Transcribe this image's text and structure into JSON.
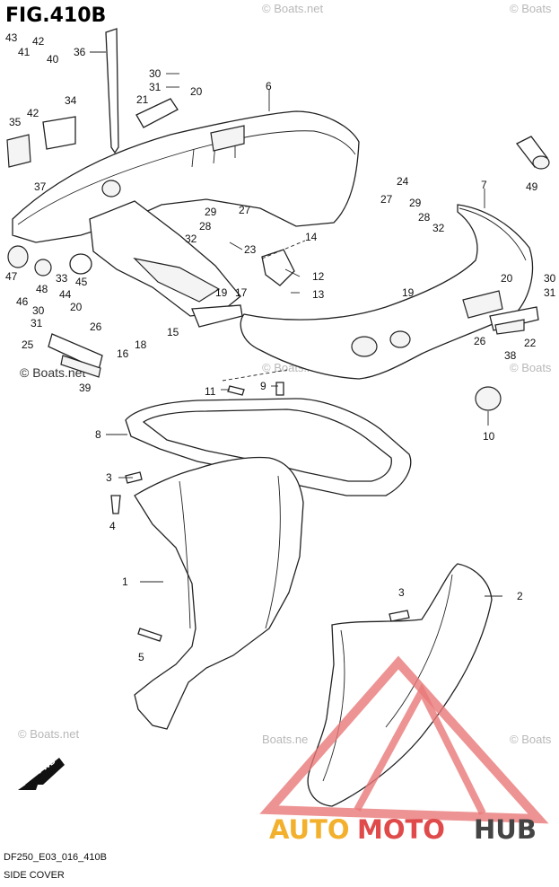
{
  "header": {
    "title": "FIG.410B"
  },
  "footer": {
    "code": "DF250_E03_016_410B",
    "name": "SIDE COVER"
  },
  "watermark": {
    "boats": "© Boats.net",
    "boats_short": "Boats.net",
    "boats_trunc": "© Boats",
    "boats_tail": "Boats.ne",
    "brand_auto": "AUTO",
    "brand_moto": "MOTO",
    "brand_hub": "HUB"
  },
  "direction": {
    "fwd": "FWD"
  },
  "callouts": [
    {
      "id": "c43",
      "n": "43"
    },
    {
      "id": "c41",
      "n": "41"
    },
    {
      "id": "c42a",
      "n": "42"
    },
    {
      "id": "c40",
      "n": "40"
    },
    {
      "id": "c36",
      "n": "36"
    },
    {
      "id": "c34",
      "n": "34"
    },
    {
      "id": "c42b",
      "n": "42"
    },
    {
      "id": "c35",
      "n": "35"
    },
    {
      "id": "c37",
      "n": "37"
    },
    {
      "id": "c30a",
      "n": "30"
    },
    {
      "id": "c31a",
      "n": "31"
    },
    {
      "id": "c21",
      "n": "21"
    },
    {
      "id": "c20a",
      "n": "20"
    },
    {
      "id": "c6",
      "n": "6"
    },
    {
      "id": "c49",
      "n": "49"
    },
    {
      "id": "c7",
      "n": "7"
    },
    {
      "id": "c24",
      "n": "24"
    },
    {
      "id": "c27a",
      "n": "27"
    },
    {
      "id": "c29a",
      "n": "29"
    },
    {
      "id": "c28a",
      "n": "28"
    },
    {
      "id": "c32a",
      "n": "32"
    },
    {
      "id": "c29b",
      "n": "29"
    },
    {
      "id": "c27b",
      "n": "27"
    },
    {
      "id": "c28b",
      "n": "28"
    },
    {
      "id": "c32b",
      "n": "32"
    },
    {
      "id": "c23",
      "n": "23"
    },
    {
      "id": "c14",
      "n": "14"
    },
    {
      "id": "c12",
      "n": "12"
    },
    {
      "id": "c13",
      "n": "13"
    },
    {
      "id": "c47",
      "n": "47"
    },
    {
      "id": "c48",
      "n": "48"
    },
    {
      "id": "c33",
      "n": "33"
    },
    {
      "id": "c45",
      "n": "45"
    },
    {
      "id": "c44",
      "n": "44"
    },
    {
      "id": "c46",
      "n": "46"
    },
    {
      "id": "c20b",
      "n": "20"
    },
    {
      "id": "c30b",
      "n": "30"
    },
    {
      "id": "c31b",
      "n": "31"
    },
    {
      "id": "c26a",
      "n": "26"
    },
    {
      "id": "c25",
      "n": "25"
    },
    {
      "id": "c16",
      "n": "16"
    },
    {
      "id": "c18",
      "n": "18"
    },
    {
      "id": "c15",
      "n": "15"
    },
    {
      "id": "c19a",
      "n": "19"
    },
    {
      "id": "c17",
      "n": "17"
    },
    {
      "id": "c39",
      "n": "39"
    },
    {
      "id": "c19b",
      "n": "19"
    },
    {
      "id": "c20c",
      "n": "20"
    },
    {
      "id": "c30c",
      "n": "30"
    },
    {
      "id": "c31c",
      "n": "31"
    },
    {
      "id": "c26b",
      "n": "26"
    },
    {
      "id": "c22",
      "n": "22"
    },
    {
      "id": "c38",
      "n": "38"
    },
    {
      "id": "c11",
      "n": "11"
    },
    {
      "id": "c9",
      "n": "9"
    },
    {
      "id": "c10",
      "n": "10"
    },
    {
      "id": "c8",
      "n": "8"
    },
    {
      "id": "c3a",
      "n": "3"
    },
    {
      "id": "c4",
      "n": "4"
    },
    {
      "id": "c1",
      "n": "1"
    },
    {
      "id": "c3b",
      "n": "3"
    },
    {
      "id": "c2",
      "n": "2"
    },
    {
      "id": "c5",
      "n": "5"
    }
  ]
}
